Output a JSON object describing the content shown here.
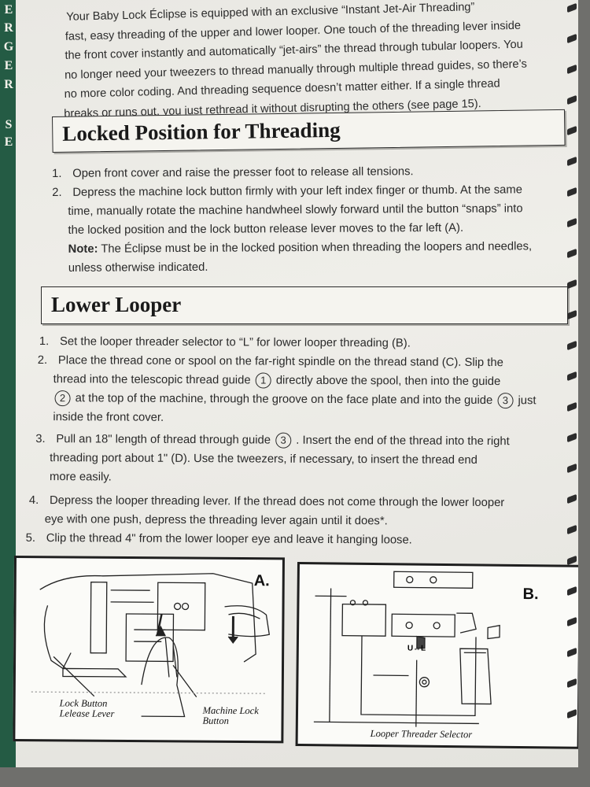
{
  "tab_letters": [
    "E",
    "R",
    "G",
    "E",
    "R",
    "S",
    "E"
  ],
  "intro_lines": [
    "Your Baby Lock Éclipse is equipped with an exclusive “Instant Jet-Air Threading”",
    "fast, easy threading of the upper and lower looper.  One touch of the threading lever inside",
    "the front cover instantly and automatically “jet-airs” the thread through tubular loopers. You",
    "no longer need your tweezers to thread manually through multiple thread guides, so there’s",
    "no more color coding.  And threading sequence doesn’t matter either. If a single thread",
    "breaks or runs out, you just rethread it without disrupting the others (see page 15)."
  ],
  "locked": {
    "heading": "Locked Position for Threading",
    "item1_num": "1.",
    "item1": "Open front cover and raise the presser foot to release all tensions.",
    "item2_num": "2.",
    "item2_l1": "Depress the machine lock button firmly with your left index finger or thumb. At the same",
    "item2_l2": "time, manually rotate the machine handwheel slowly forward until the button “snaps” into",
    "item2_l3": "the locked position and the lock button release lever moves to the far left (A).",
    "note_label": "Note:",
    "note_l1": "The Éclipse must be in the locked position when threading the loopers and needles,",
    "note_l2": "unless otherwise indicated."
  },
  "lower": {
    "heading": "Lower Looper",
    "s1_num": "1.",
    "s1": "Set the looper threader selector to “L” for lower looper threading (B).",
    "s2_num": "2.",
    "s2_l1": "Place the thread cone or spool on the far-right spindle on the thread stand (C).  Slip the",
    "s2_l2a": "thread into the telescopic thread guide",
    "s2_c1": "1",
    "s2_l2b": "directly above the spool, then into the guide",
    "s2_c2": "2",
    "s2_l3a": "at the top of the machine, through the groove on the face plate and into the guide",
    "s2_c3": "3",
    "s2_l3b": "just",
    "s2_l4": "inside the front cover.",
    "s3_num": "3.",
    "s3_l1a": "Pull an 18\" length of thread through guide",
    "s3_c": "3",
    "s3_l1b": ".  Insert the end of the thread into the right",
    "s3_l2": "threading port about 1\" (D). Use the tweezers, if necessary, to insert the thread end",
    "s3_l3": "more easily.",
    "s4_num": "4.",
    "s4_l1": "Depress the looper threading lever.  If the thread does not come through the lower looper",
    "s4_l2": "eye with one push, depress the threading lever again until it does*.",
    "s5_num": "5.",
    "s5": "Clip the thread 4\" from the lower looper eye and leave it hanging loose."
  },
  "figure_a": {
    "letter": "A.",
    "label_left": "Lock Button\nLelease Lever",
    "label_right": "Machine Lock\nButton"
  },
  "figure_b": {
    "letter": "B.",
    "label_bottom": "Looper Threader Selector",
    "selector_text": "U↔L"
  }
}
